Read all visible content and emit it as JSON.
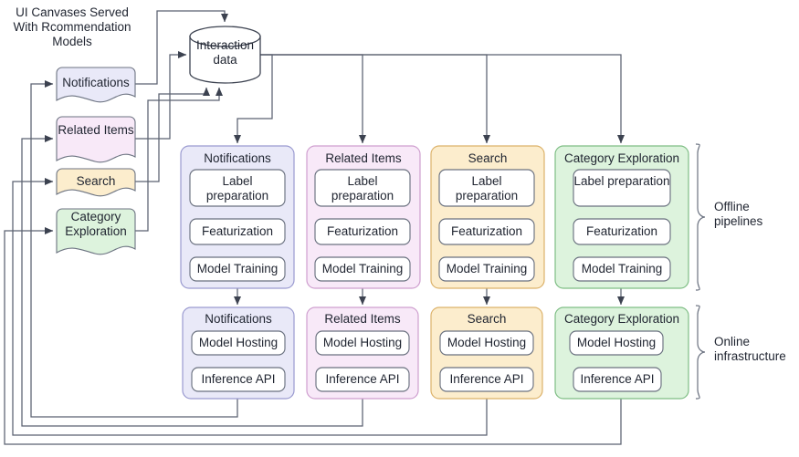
{
  "diagram": {
    "title": "UI Canvases Served With Rcommendation Models",
    "datastore": {
      "label": "Interaction data",
      "name": "interaction-data-cylinder"
    },
    "canvases": [
      {
        "label": "Notifications",
        "color": "#e9e9f8"
      },
      {
        "label": "Related Items",
        "color": "#f8e9f8"
      },
      {
        "label": "Search",
        "color": "#fcedcd"
      },
      {
        "label": "Category Exploration",
        "color": "#ddf3dd"
      }
    ],
    "offline": {
      "brace_label": "Offline pipelines",
      "steps": [
        "Label preparation",
        "Featurization",
        "Model Training"
      ],
      "groups": [
        {
          "label": "Notifications",
          "color": "#e9e9f8",
          "border": "#9a9ad0"
        },
        {
          "label": "Related Items",
          "color": "#f8e9f8",
          "border": "#cf9fcf"
        },
        {
          "label": "Search",
          "color": "#fcedcd",
          "border": "#dcb26a"
        },
        {
          "label": "Category Exploration",
          "color": "#ddf3dd",
          "border": "#7fbe85"
        }
      ]
    },
    "online": {
      "brace_label": "Online infrastructure",
      "steps": [
        "Model Hosting",
        "Inference API"
      ],
      "groups": [
        {
          "label": "Notifications",
          "color": "#e9e9f8",
          "border": "#9a9ad0"
        },
        {
          "label": "Related Items",
          "color": "#f8e9f8",
          "border": "#cf9fcf"
        },
        {
          "label": "Search",
          "color": "#fcedcd",
          "border": "#dcb26a"
        },
        {
          "label": "Category Exploration",
          "color": "#ddf3dd",
          "border": "#7fbe85"
        }
      ]
    },
    "colors": {
      "line": "#5b6270",
      "node_border": "#6b7280",
      "node_fill": "#ffffff",
      "text": "#1f2430",
      "background": "#ffffff"
    }
  }
}
